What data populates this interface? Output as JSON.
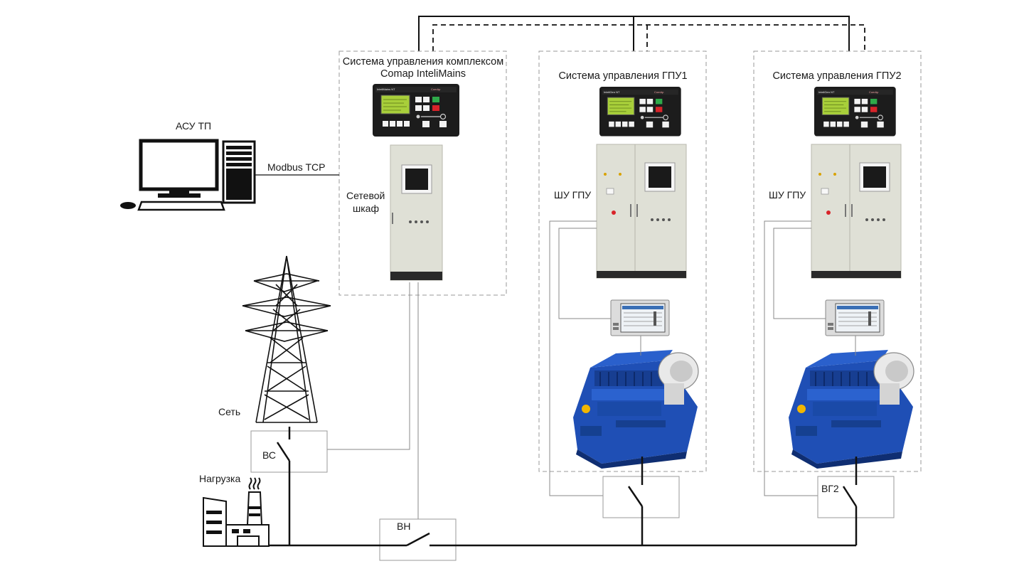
{
  "labels": {
    "scada": "АСУ ТП",
    "modbus": "Modbus TCP",
    "grid": "Сеть",
    "load": "Нагрузка",
    "network_cabinet_line1": "Сетевой",
    "network_cabinet_line2": "шкаф",
    "complex_title_line1": "Система управления комплексом",
    "complex_title_line2": "Comap InteliMains",
    "gpu1_title": "Система управления ГПУ1",
    "gpu2_title": "Система управления ГПУ2",
    "gpu1_cabinet": "ШУ ГПУ",
    "gpu2_cabinet": "ШУ ГПУ"
  },
  "switches": {
    "grid_breaker": "ВС",
    "bus_breaker": "ВН",
    "gen2_breaker": "ВГ2"
  },
  "controllers": {
    "mains_brand": "InteliMains NT",
    "gen_brand": "InteliGen NT",
    "maker": "ComAp"
  },
  "colors": {
    "line": "#111111",
    "dashed_box": "#9a9a9a",
    "signal_line": "#8a8a8a",
    "controller_body": "#1c1c1c",
    "lcd": "#a8cf3a",
    "btn_green": "#2faa4a",
    "btn_red": "#d8242a",
    "engine_blue": "#1f4fb5",
    "cabinet": "#dfe0d6"
  },
  "icons": [
    "computer-icon",
    "tower-icon",
    "factory-icon",
    "controller-icon",
    "cabinet-icon",
    "hmi-panel-icon",
    "gas-engine-icon"
  ]
}
